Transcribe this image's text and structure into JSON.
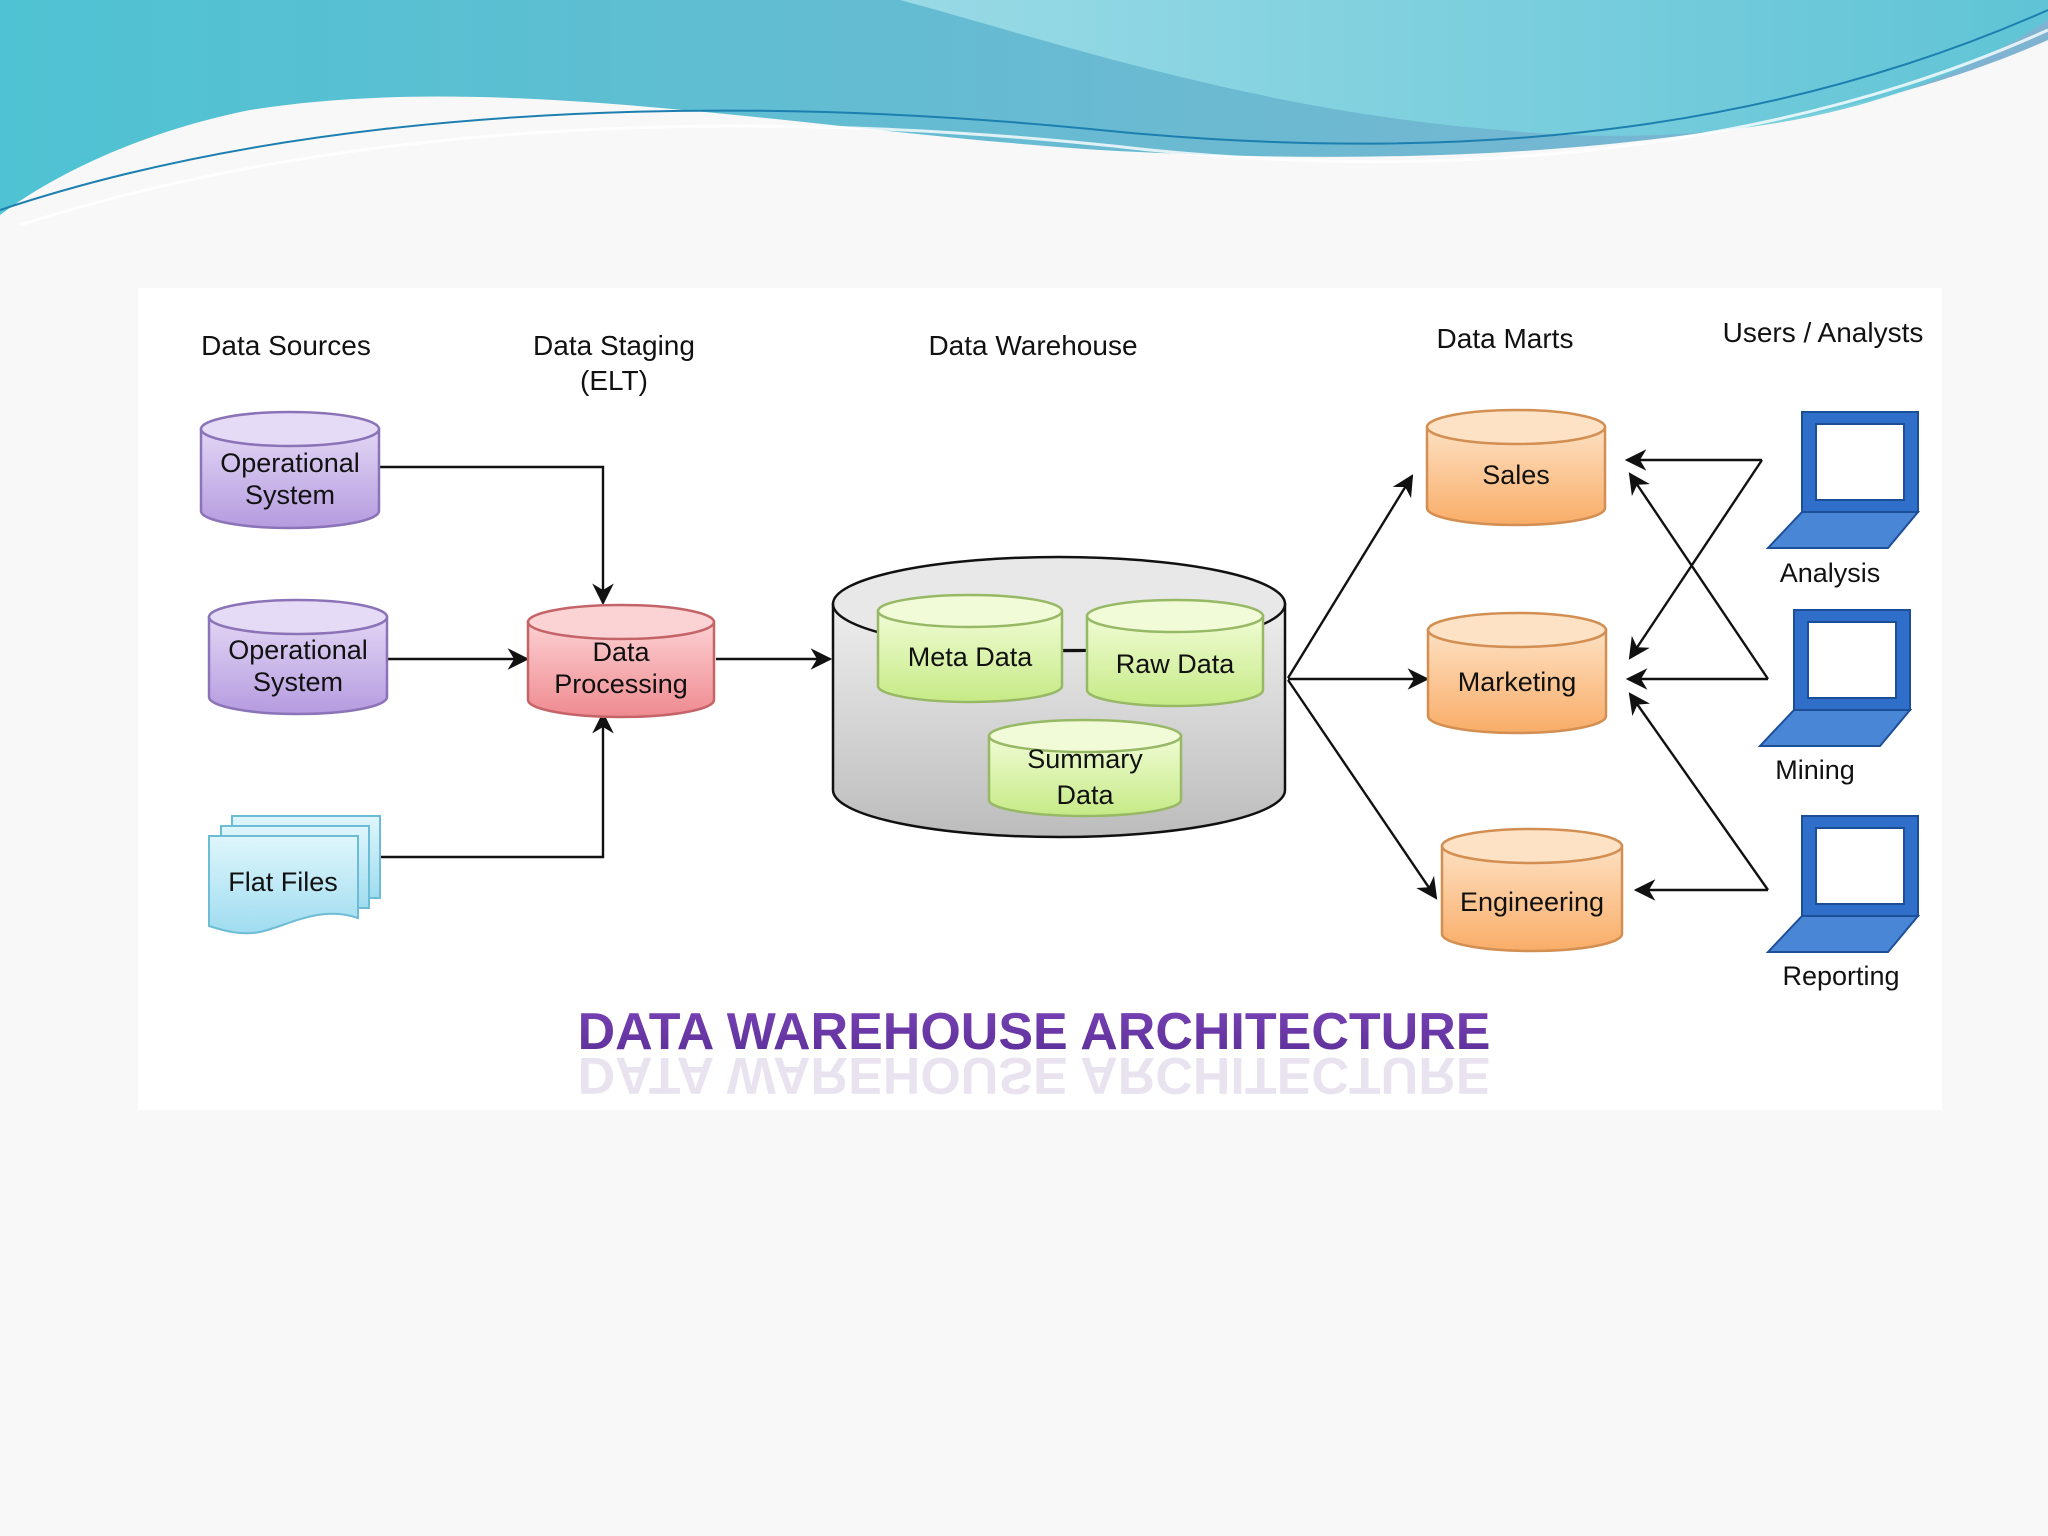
{
  "columns": {
    "sources": "Data Sources",
    "staging_1": "Data Staging",
    "staging_2": "(ELT)",
    "warehouse": "Data Warehouse",
    "marts": "Data Marts",
    "users": "Users / Analysts"
  },
  "sources": {
    "op1": [
      "Operational",
      "System"
    ],
    "op2": [
      "Operational",
      "System"
    ],
    "flat": "Flat Files"
  },
  "staging": [
    "Data",
    "Processing"
  ],
  "warehouse": {
    "meta": "Meta Data",
    "raw": "Raw Data",
    "summary": [
      "Summary",
      "Data"
    ]
  },
  "marts": {
    "sales": "Sales",
    "marketing": "Marketing",
    "engineering": "Engineering"
  },
  "users": {
    "analysis": "Analysis",
    "mining": "Mining",
    "reporting": "Reporting"
  },
  "title": "DATA WAREHOUSE ARCHITECTURE",
  "colors": {
    "title": "#6a35a3",
    "purple_fill": "#c9b3ea",
    "purple_stroke": "#8b73b8",
    "red_fill": "#f7a6aa",
    "red_stroke": "#c56468",
    "green_fill": "#dcf5a4",
    "green_stroke": "#97b865",
    "orange_fill": "#fcc48e",
    "orange_stroke": "#d38e52",
    "grey_fill": "#cfcfcf",
    "laptop_blue": "#2f6fc9",
    "flat_fill": "#b5e7f5"
  }
}
